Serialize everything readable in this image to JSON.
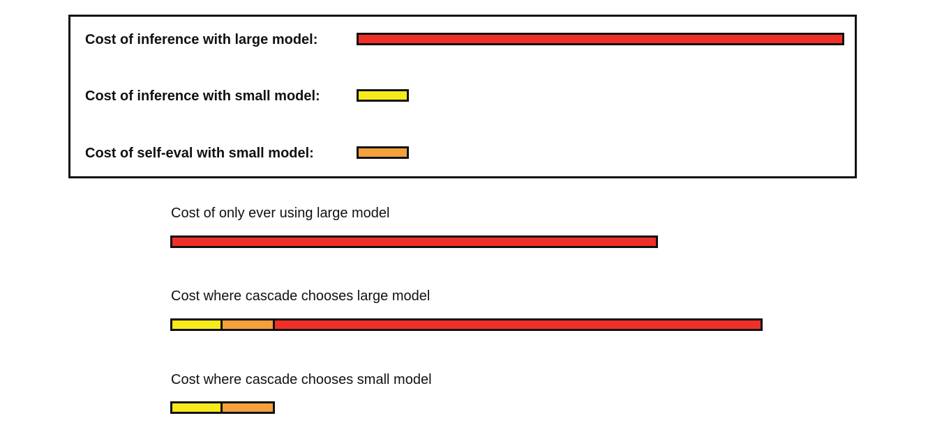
{
  "colors": {
    "large": "#ef3029",
    "small": "#f7ea1c",
    "self_eval": "#f4a03c",
    "stroke": "#111111"
  },
  "legend": {
    "items": [
      {
        "label": "Cost of inference with large model:",
        "color_key": "large",
        "relative_cost": 7
      },
      {
        "label": "Cost of inference with small model:",
        "color_key": "small",
        "relative_cost": 0.75
      },
      {
        "label": "Cost of self-eval with small model:",
        "color_key": "self_eval",
        "relative_cost": 0.75
      }
    ]
  },
  "scenarios": [
    {
      "label": "Cost of only ever using large model",
      "segments": [
        "large"
      ]
    },
    {
      "label": "Cost where cascade chooses large model",
      "segments": [
        "small",
        "self_eval",
        "large"
      ]
    },
    {
      "label": "Cost where cascade chooses small model",
      "segments": [
        "small",
        "self_eval"
      ]
    }
  ]
}
